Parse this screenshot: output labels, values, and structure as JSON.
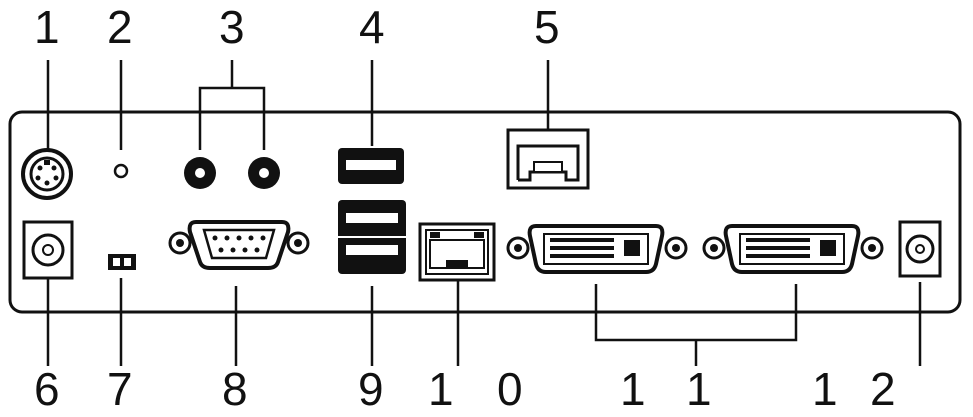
{
  "callouts": {
    "top": [
      "1",
      "2",
      "3",
      "4",
      "5"
    ],
    "bottom": [
      "6",
      "7",
      "8",
      "9",
      "1",
      "0",
      "1",
      "1",
      "1",
      "2"
    ]
  },
  "colors": {
    "stroke": "#111111",
    "panel": "#ffffff"
  },
  "icons": [
    "mini-din-port-icon",
    "led-indicator-icon",
    "audio-jack-icon",
    "usb-port-icon",
    "rj45-port-icon",
    "power-jack-icon",
    "dip-switch-icon",
    "db9-serial-port-icon",
    "sfp-port-icon",
    "dvi-port-icon"
  ]
}
